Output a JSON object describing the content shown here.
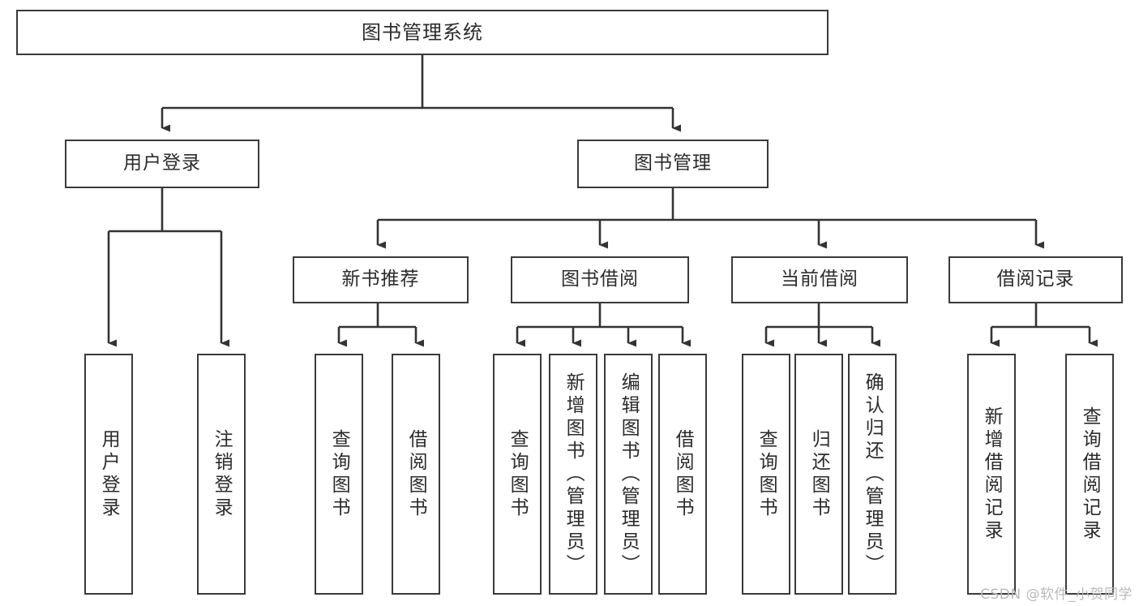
{
  "diagram": {
    "type": "tree-hierarchy",
    "title": "图书管理系统",
    "orientation": "top-down",
    "colors": {
      "node_border": "#3a3a3a",
      "node_fill": "#ffffff",
      "edge": "#333333",
      "text": "#2b2b2b",
      "watermark": "#b9b9b9",
      "background": "#ffffff"
    },
    "root": {
      "label": "图书管理系统"
    },
    "level2": [
      {
        "label": "用户登录"
      },
      {
        "label": "图书管理"
      }
    ],
    "level3": [
      {
        "label": "新书推荐"
      },
      {
        "label": "图书借阅"
      },
      {
        "label": "当前借阅"
      },
      {
        "label": "借阅记录"
      }
    ],
    "leaves": {
      "user_login": [
        {
          "label": "用户登录"
        },
        {
          "label": "注销登录"
        }
      ],
      "new_book_recommend": [
        {
          "label": "查询图书"
        },
        {
          "label": "借阅图书"
        }
      ],
      "book_borrow": [
        {
          "label": "查询图书"
        },
        {
          "label": "新增图书（管理员）"
        },
        {
          "label": "编辑图书（管理员）"
        },
        {
          "label": "借阅图书"
        }
      ],
      "current_borrow": [
        {
          "label": "查询图书"
        },
        {
          "label": "归还图书"
        },
        {
          "label": "确认归还（管理员）"
        }
      ],
      "borrow_record": [
        {
          "label": "新增借阅记录"
        },
        {
          "label": "查询借阅记录"
        }
      ]
    }
  },
  "watermark": {
    "text": "CSDN @软件_小贺同学"
  }
}
